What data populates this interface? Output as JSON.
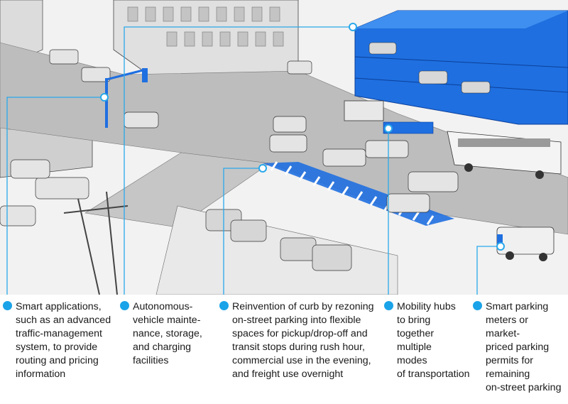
{
  "colors": {
    "accent": "#1aa3e8",
    "highlight_blue": "#1f6fe0",
    "line_blue": "#29a8ea",
    "text": "#1a1a1a"
  },
  "callouts": [
    {
      "id": "smart-apps",
      "text": "Smart applications,\nsuch as an advanced\ntraffic-management\nsystem, to provide\nrouting and pricing\ninformation"
    },
    {
      "id": "av-maintenance",
      "text": "Autonomous-\nvehicle mainte-\nnance, storage,\nand charging\nfacilities"
    },
    {
      "id": "curb-reinvention",
      "text": "Reinvention of curb by rezoning\non-street parking into flexible\nspaces for pickup/drop-off and\ntransit stops during rush hour,\ncommercial use in the evening,\nand freight use overnight"
    },
    {
      "id": "mobility-hubs",
      "text": "Mobility hubs\nto bring\ntogether\nmultiple\nmodes\nof transportation"
    },
    {
      "id": "smart-parking",
      "text": "Smart parking\nmeters or\nmarket-\npriced parking\npermits for\nremaining\non-street parking"
    }
  ]
}
